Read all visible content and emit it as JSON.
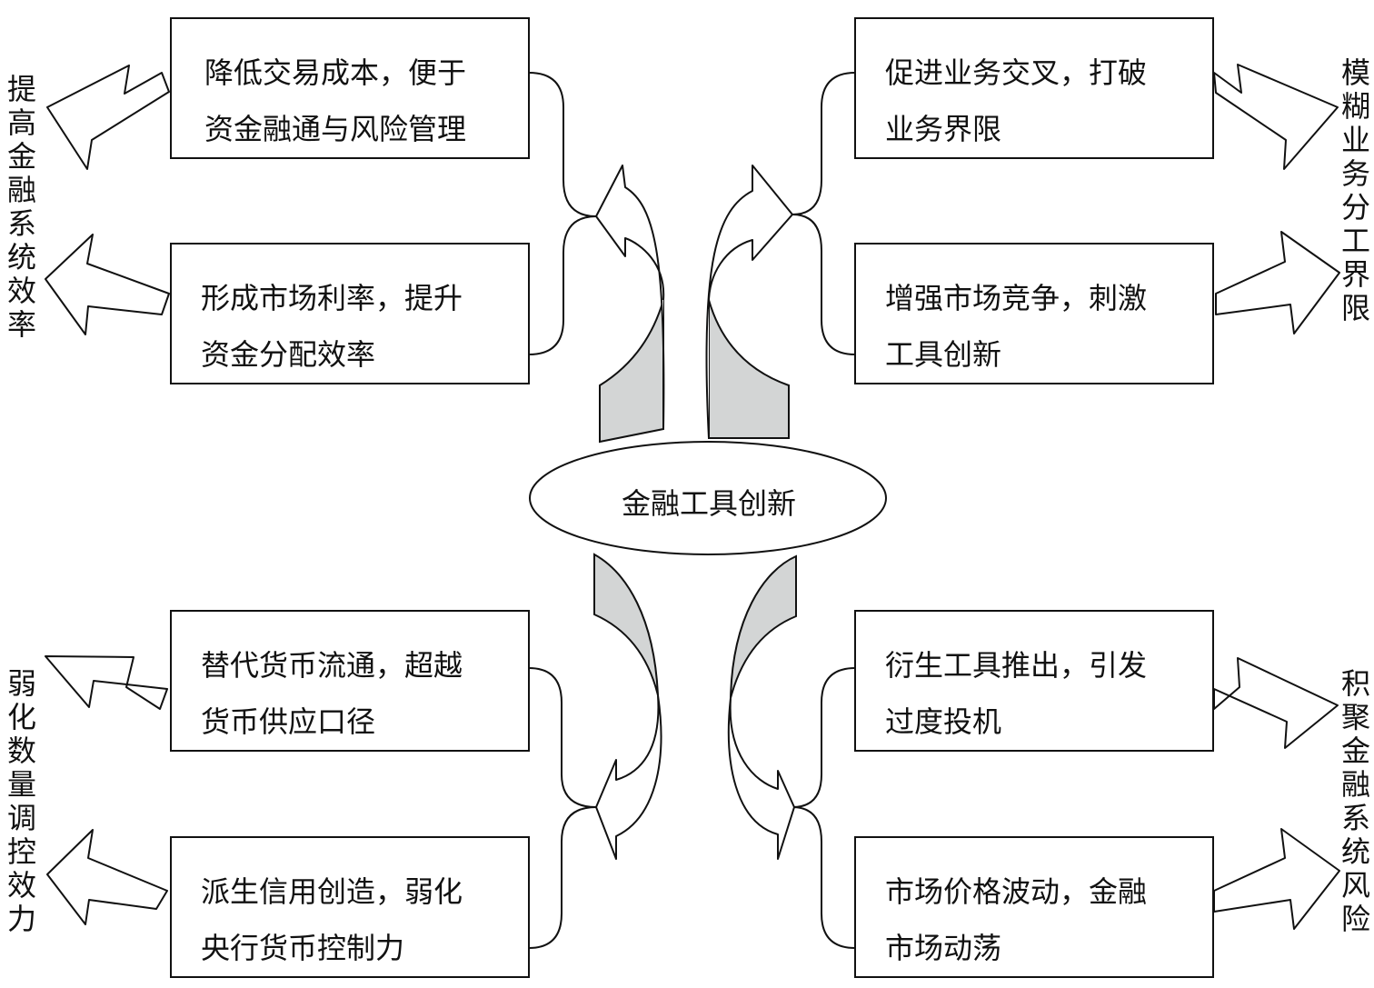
{
  "center": {
    "label": "金融工具创新"
  },
  "boxes": {
    "top_left_1": {
      "lines": [
        "降低交易成本，便于",
        "资金融通与风险管理"
      ]
    },
    "top_left_2": {
      "lines": [
        "形成市场利率，提升",
        "资金分配效率"
      ]
    },
    "top_right_1": {
      "lines": [
        "促进业务交叉，打破",
        "业务界限"
      ]
    },
    "top_right_2": {
      "lines": [
        "增强市场竞争，刺激",
        "工具创新"
      ]
    },
    "bottom_left_1": {
      "lines": [
        "替代货币流通，超越",
        "货币供应口径"
      ]
    },
    "bottom_left_2": {
      "lines": [
        "派生信用创造，弱化",
        "央行货币控制力"
      ]
    },
    "bottom_right_1": {
      "lines": [
        "衍生工具推出，引发",
        "过度投机"
      ]
    },
    "bottom_right_2": {
      "lines": [
        "市场价格波动，金融",
        "市场动荡"
      ]
    }
  },
  "side_labels": {
    "top_left": "提高金融系统效率",
    "top_right": "模糊业务分工界限",
    "bottom_left": "弱化数量调控效力",
    "bottom_right": "积聚金融系统风险"
  },
  "colors": {
    "stroke": "#111111",
    "arrow_fill": "#d3d5d5",
    "background": "#ffffff"
  }
}
